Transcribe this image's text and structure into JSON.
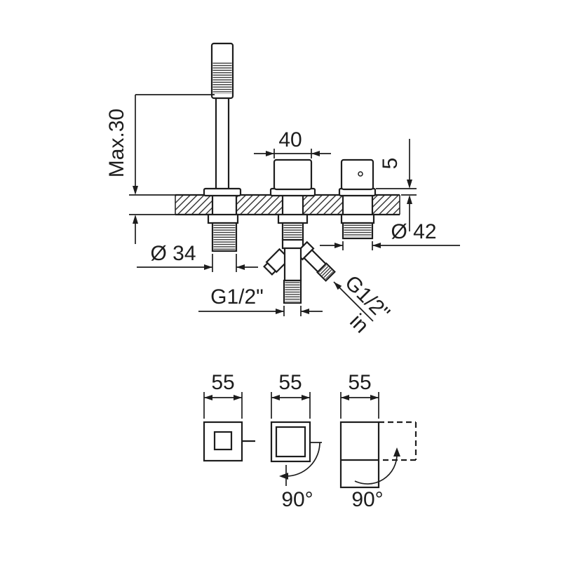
{
  "drawing": {
    "line_color": "#1d1d1d",
    "background": "#ffffff",
    "side_view": {
      "max_deck_thickness": "Max.30",
      "handle_width": "40",
      "base_plate_height": "5",
      "shower_socket_diameter": "Ø 34",
      "valve_body_diameter": "Ø 42",
      "outlet_thread": "G1/2\"",
      "inlet_thread": "G1/2\"",
      "inlet_note": "in"
    },
    "plan_view": {
      "holder_width": "55",
      "handle_width": "55",
      "valve_width": "55",
      "handle_rotation": "90°",
      "valve_rotation": "90°"
    }
  }
}
